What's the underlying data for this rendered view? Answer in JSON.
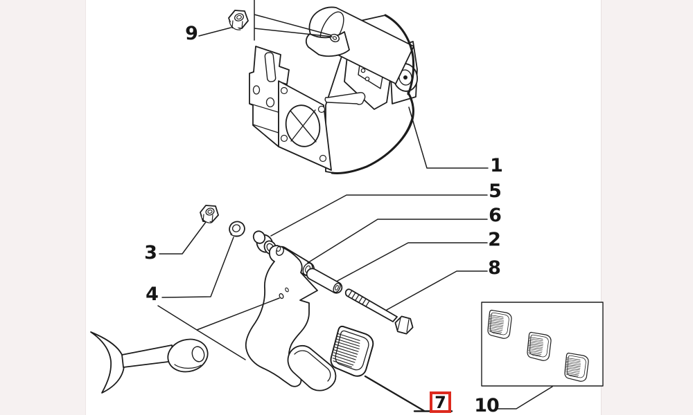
{
  "canvas": {
    "background": "#ffffff",
    "margin_band_color": "#f6f1f1",
    "line_color": "#1c1c1c",
    "highlight_color": "#dd2a1e"
  },
  "diagram": {
    "type": "exploded-parts-diagram",
    "callouts": [
      {
        "label": "9",
        "highlighted": false
      },
      {
        "label": "1",
        "highlighted": false
      },
      {
        "label": "5",
        "highlighted": false
      },
      {
        "label": "6",
        "highlighted": false
      },
      {
        "label": "2",
        "highlighted": false
      },
      {
        "label": "8",
        "highlighted": false
      },
      {
        "label": "3",
        "highlighted": false
      },
      {
        "label": "4",
        "highlighted": false
      },
      {
        "label": "7",
        "highlighted": true
      },
      {
        "label": "10",
        "highlighted": false
      }
    ]
  }
}
